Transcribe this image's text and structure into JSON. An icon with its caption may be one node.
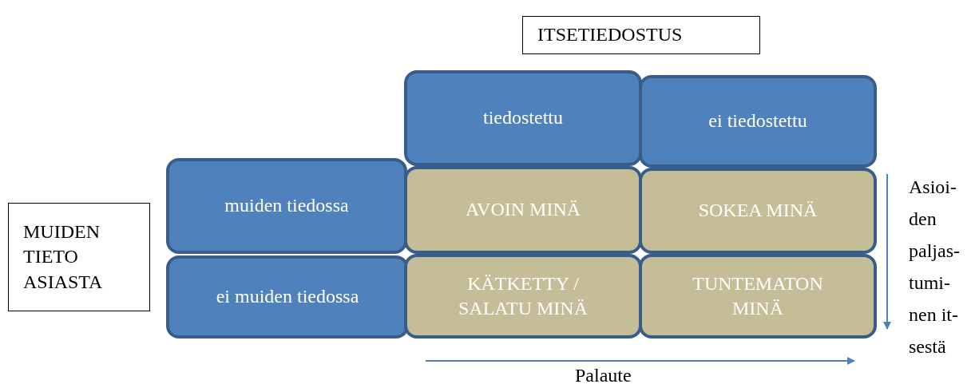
{
  "diagram": {
    "nodes": [
      {
        "text": [
          "ITSETIEDOSTUS"
        ]
      },
      {
        "text": [
          "MUIDEN TIETO ASIASTA"
        ]
      },
      {
        "text": [
          "tiedostettu"
        ]
      },
      {
        "text": [
          "ei tiedostettu"
        ]
      },
      {
        "text": [
          "muiden tiedossa"
        ]
      },
      {
        "text": [
          "ei muiden tiedossa"
        ]
      },
      {
        "text": [
          "AVOIN MINÄ"
        ]
      },
      {
        "text": [
          "SOKEA MINÄ"
        ]
      },
      {
        "text": [
          "KÄTKETTY / SALATU MINÄ"
        ]
      },
      {
        "text": [
          "TUNTEMATON MINÄ"
        ]
      }
    ],
    "labels": [
      "Asioi- den paljas- tumi- nen it- sestä",
      "Palaute"
    ]
  }
}
